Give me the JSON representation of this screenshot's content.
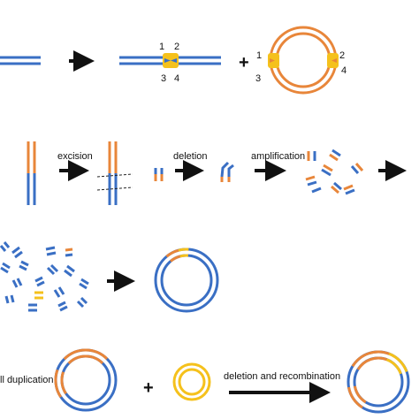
{
  "colors": {
    "blue": "#3a6fc4",
    "orange": "#e8863a",
    "yellow": "#f5c11c",
    "arrow": "#111111",
    "dash": "#222222"
  },
  "row1": {
    "site_numbers_linear": [
      "1",
      "2",
      "3",
      "4"
    ],
    "site_numbers_circle": [
      "1",
      "2",
      "3",
      "4"
    ],
    "plus": "+"
  },
  "row2": {
    "steps": [
      "excision",
      "deletion",
      "amplification"
    ]
  },
  "row4": {
    "left_label": "ll duplication",
    "plus": "+",
    "step": "deletion and recombination"
  }
}
